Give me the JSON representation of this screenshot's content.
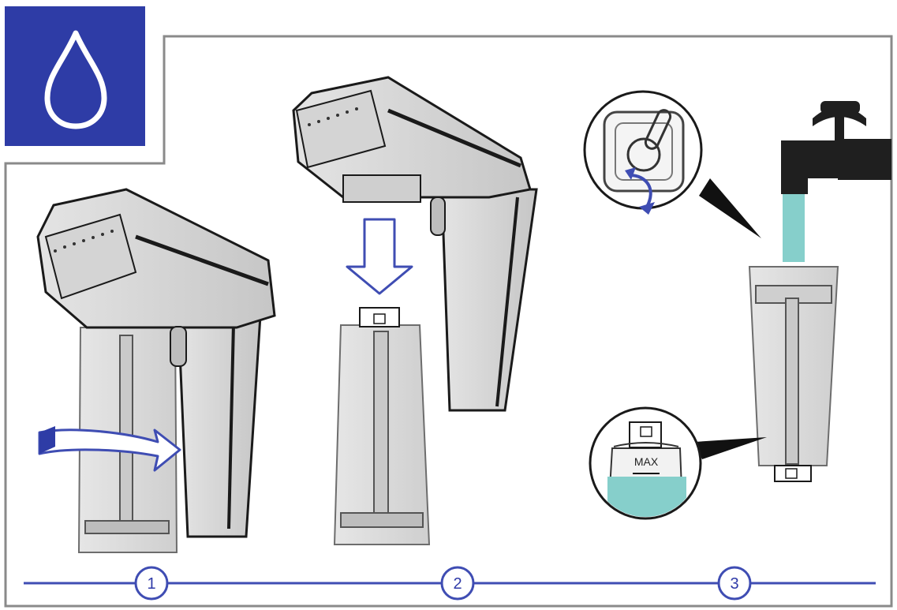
{
  "header": {
    "icon": "water-drop-icon",
    "badge_color": "#2e3ca6"
  },
  "steps": [
    {
      "number": "1",
      "icon": "rotate-arrow-icon"
    },
    {
      "number": "2",
      "icon": "down-arrow-icon"
    },
    {
      "number": "3",
      "icon": "faucet-icon"
    }
  ],
  "callouts": {
    "max_label": "MAX"
  },
  "colors": {
    "accent": "#3f4db3",
    "water": "#86cfcb",
    "device_body": "#d9d9d9",
    "device_outline": "#1a1a1a",
    "frame": "#8a8a8a"
  }
}
